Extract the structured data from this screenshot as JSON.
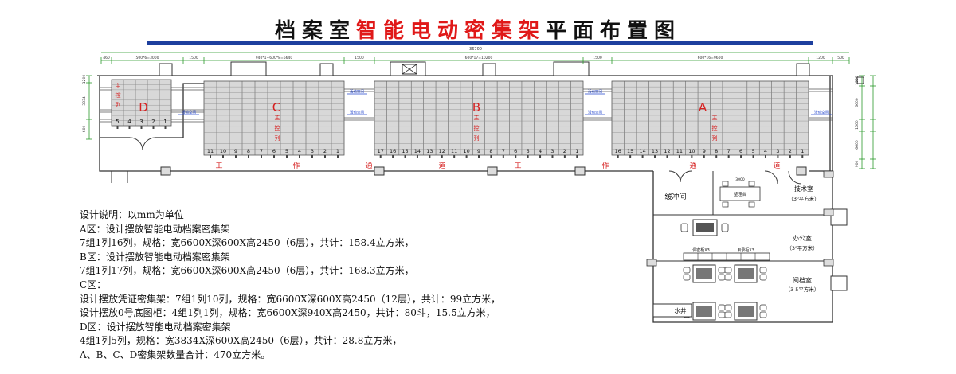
{
  "title": {
    "part1": "档案室",
    "part2": "智能电动密集架",
    "part3": "平面布置图"
  },
  "colors": {
    "title_accent": "#e01818",
    "title_bar": "#1d3f9e",
    "plan_label": "#d62020",
    "shelf_fill": "#d8d8d8",
    "corridor_arrow": "#2244cc"
  },
  "plan": {
    "dimensions": {
      "total": "36700",
      "top": [
        "460",
        "500*6=3000",
        "1500",
        "940*1+600*8=6640",
        "1500",
        "600*17=10200",
        "1500",
        "600*16=9600",
        "1200",
        "500"
      ],
      "left": [
        "1200",
        "3834",
        "600"
      ],
      "right": [
        "1500",
        "6600",
        "1500",
        "6600",
        "900"
      ]
    },
    "zones": [
      {
        "letter": "D",
        "columns": [
          "5",
          "4",
          "3",
          "2",
          "1"
        ],
        "control": [
          "主",
          "控",
          "列"
        ]
      },
      {
        "letter": "C",
        "columns": [
          "11",
          "10",
          "9",
          "8",
          "7",
          "6",
          "5",
          "4",
          "3",
          "2",
          "1"
        ],
        "control": [
          "主",
          "控",
          "列"
        ]
      },
      {
        "letter": "B",
        "columns": [
          "17",
          "16",
          "15",
          "14",
          "13",
          "12",
          "11",
          "10",
          "9",
          "8",
          "7",
          "6",
          "5",
          "4",
          "3",
          "2",
          "1"
        ],
        "control": [
          "主",
          "控",
          "列"
        ]
      },
      {
        "letter": "A",
        "columns": [
          "16",
          "15",
          "14",
          "13",
          "12",
          "11",
          "10",
          "9",
          "8",
          "7",
          "6",
          "5",
          "4",
          "3",
          "2",
          "1"
        ],
        "control": [
          "主",
          "控",
          "列"
        ]
      }
    ],
    "corridor_label": "活动空间",
    "work_aisle": [
      "工",
      "作",
      "通",
      "道",
      "工",
      "作",
      "通",
      "道"
    ],
    "rooms": {
      "buffer": "缓冲间",
      "tech": {
        "name": "技术室",
        "area": "（3‌⁰平方米）"
      },
      "worktable": "整理台",
      "worktable_dim": "3000",
      "office": {
        "name": "办公室",
        "area": "（3⁰平方米）"
      },
      "reading": {
        "name": "阅档室",
        "area": "（3 5平方米）"
      },
      "reading_cabinets": [
        "保密柜X3",
        "目录柜X3"
      ],
      "water_well": "水井"
    }
  },
  "notes": [
    "设计说明：以mm为单位",
    "A区：设计摆放智能电动档案密集架",
    "7组1列16列，规格：宽6600X深600X高2450（6层），共计：158.4立方米，",
    "B区：设计摆放智能电动档案密集架",
    "7组1列17列，规格：宽6600X深600X高2450（6层），共计：168.3立方米，",
    "C区：",
    "设计摆放凭证密集架：7组1列10列，规格：宽6600X深600X高2450（12层），共计：99立方米，",
    "设计摆放0号底图柜：4组1列1列，规格：宽6600X深940X高2450，共计：80斗，15.5立方米，",
    "D区：设计摆放智能电动档案密集架",
    "4组1列5列，规格：宽3834X深600X高2450（6层），共计：28.8立方米，",
    "A、B、C、D密集架数量合计：470立方米。"
  ]
}
